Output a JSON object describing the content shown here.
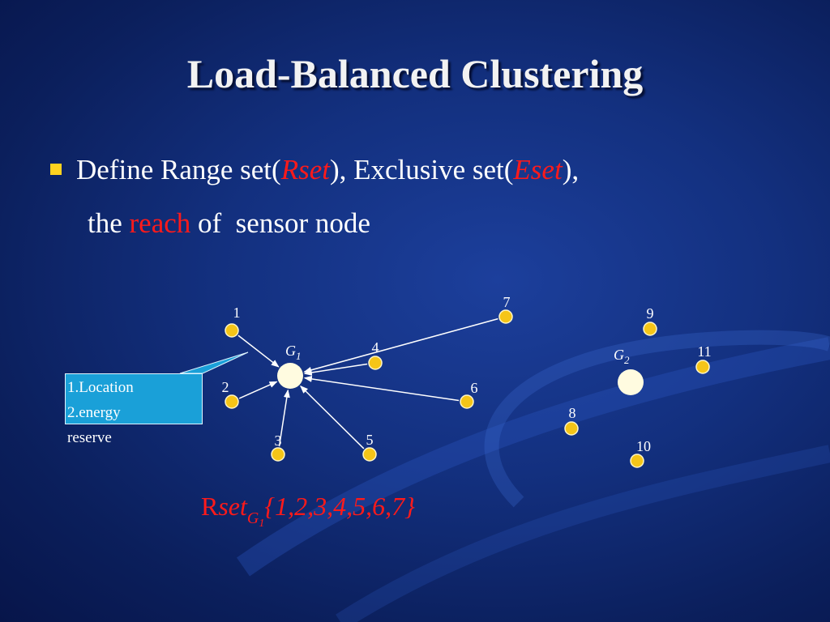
{
  "slide": {
    "title": "Load-Balanced Clustering",
    "bullet": {
      "part1": "Define Range set(",
      "rset": "Rset",
      "part2": "), Exclusive set(",
      "eset": "Eset",
      "part3": "),",
      "line2_pre": "the ",
      "reach": "reach",
      "line2_post": " of  sensor node"
    },
    "callout": {
      "line1": "1.Location",
      "line2": "2.energy",
      "line3": "reserve"
    },
    "rset_formula": {
      "r": "R",
      "set": "set",
      "g": "G",
      "g_sub": "1",
      "members": "{1,2,3,4,5,6,7}"
    },
    "colors": {
      "node": "#f5c518",
      "gateway": "#fffbe0",
      "accent_red": "#ff1a1a",
      "callout_bg": "#1aa0d8"
    }
  },
  "diagram": {
    "gateways": [
      {
        "id": "G1",
        "label": "G",
        "sub": "1"
      },
      {
        "id": "G2",
        "label": "G",
        "sub": "2"
      }
    ],
    "nodes": [
      {
        "label": "1"
      },
      {
        "label": "2"
      },
      {
        "label": "3"
      },
      {
        "label": "4"
      },
      {
        "label": "5"
      },
      {
        "label": "6"
      },
      {
        "label": "7"
      },
      {
        "label": "8"
      },
      {
        "label": "9"
      },
      {
        "label": "10"
      },
      {
        "label": "11"
      }
    ],
    "links": [
      {
        "from": "1",
        "to": "G1"
      },
      {
        "from": "2",
        "to": "G1"
      },
      {
        "from": "3",
        "to": "G1"
      },
      {
        "from": "4",
        "to": "G1"
      },
      {
        "from": "5",
        "to": "G1"
      },
      {
        "from": "6",
        "to": "G1"
      },
      {
        "from": "7",
        "to": "G1"
      }
    ]
  }
}
